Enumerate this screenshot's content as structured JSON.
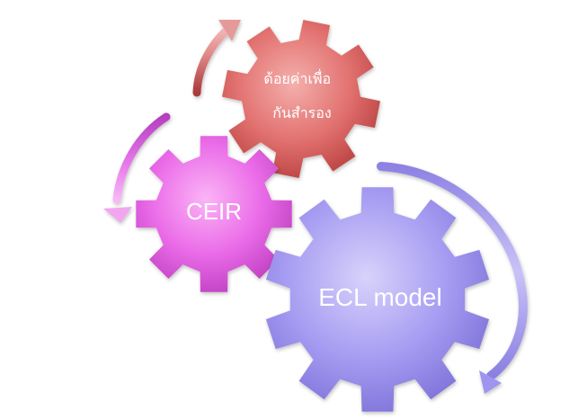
{
  "diagram": {
    "gears": [
      {
        "id": "provision",
        "lines": [
          "ด้อยค่าเพื่อ",
          "กันสำรอง"
        ],
        "color": "#d9605f",
        "role": "top"
      },
      {
        "id": "ceir",
        "lines": [
          "CEIR"
        ],
        "color": "#e05de0",
        "role": "left"
      },
      {
        "id": "ecl",
        "lines": [
          "ECL model"
        ],
        "color": "#9f95ef",
        "role": "bottom"
      }
    ],
    "arrows": [
      {
        "id": "red-arrow",
        "color": "#c24a49",
        "direction": "counterclockwise"
      },
      {
        "id": "magenta-arrow",
        "color": "#cc4bd6",
        "direction": "counterclockwise"
      },
      {
        "id": "purple-arrow",
        "color": "#8f84e6",
        "direction": "clockwise"
      }
    ]
  }
}
